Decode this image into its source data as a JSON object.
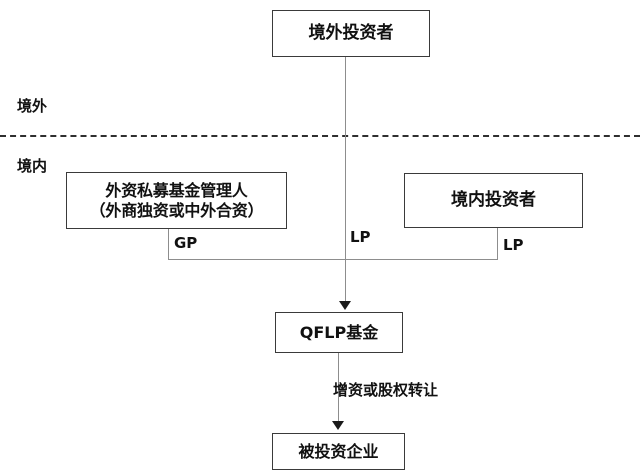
{
  "diagram": {
    "title_nodes": {
      "overseas_investor": "境外投资者",
      "fund_manager": "外资私募基金管理人\n（外商独资或中外合资）",
      "domestic_investor": "境内投资者",
      "qflp_fund": "QFLP基金",
      "invested_enterprise": "被投资企业"
    },
    "zones": {
      "offshore": "境外",
      "onshore": "境内"
    },
    "edge_labels": {
      "gp": "GP",
      "lp_center": "LP",
      "lp_right": "LP",
      "capital_increase": "增资或股权转让"
    },
    "colors": {
      "box_border": "#3a3a3a",
      "connector": "#8d8d8d",
      "divider": "#2f2f2f",
      "text": "#111111",
      "background": "#ffffff"
    }
  }
}
